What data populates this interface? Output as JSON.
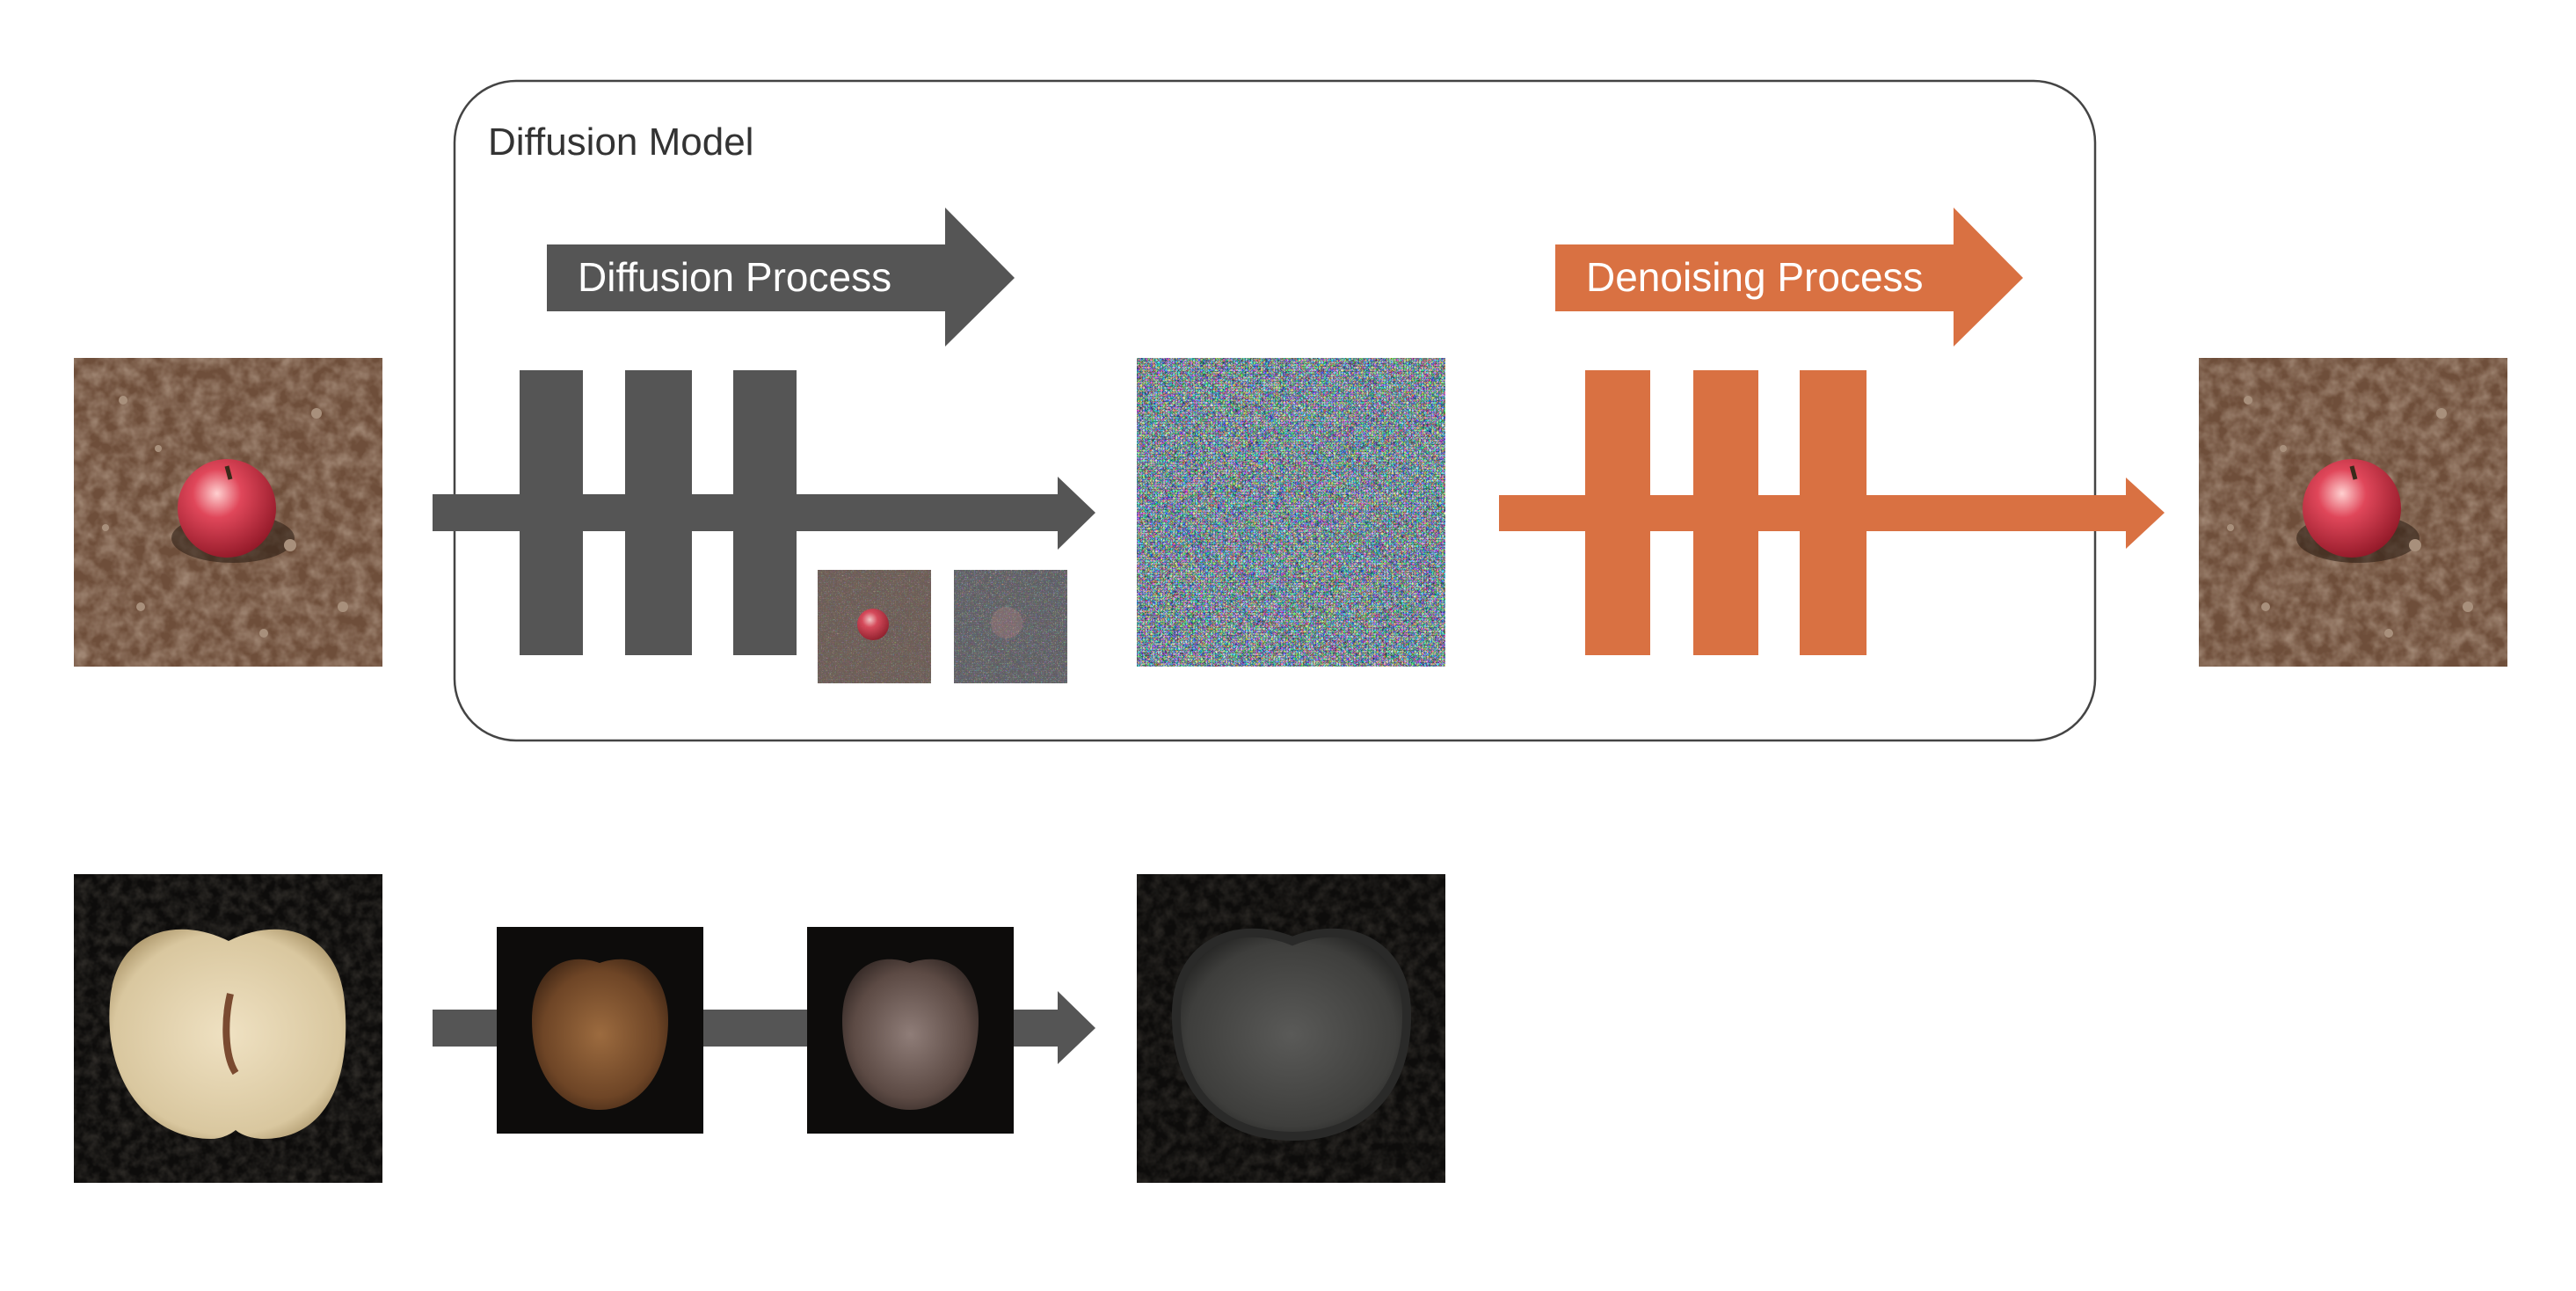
{
  "model_box": {
    "title": "Diffusion Model"
  },
  "diffusion_arrow": {
    "label": "Diffusion Process",
    "color": "#555555"
  },
  "denoising_arrow": {
    "label": "Denoising Process",
    "color": "#d97142"
  },
  "colors": {
    "box_stroke": "#444444",
    "bar_gray": "#555555",
    "bar_orange": "#d97142",
    "label_text": "#ffffff",
    "title_text": "#333333"
  },
  "images": {
    "input_apple": "fresh red apple on soil",
    "noisy_small_1": "slightly noised apple",
    "noisy_small_2": "heavily noised apple",
    "pure_noise": "pure noise",
    "output_apple": "reconstructed red apple on soil",
    "halved_apple": "halved apple on black background",
    "rotten_apple_1": "decaying apple",
    "rotten_apple_2": "further decayed apple",
    "rotten_apple_3": "grey decomposed apple"
  }
}
